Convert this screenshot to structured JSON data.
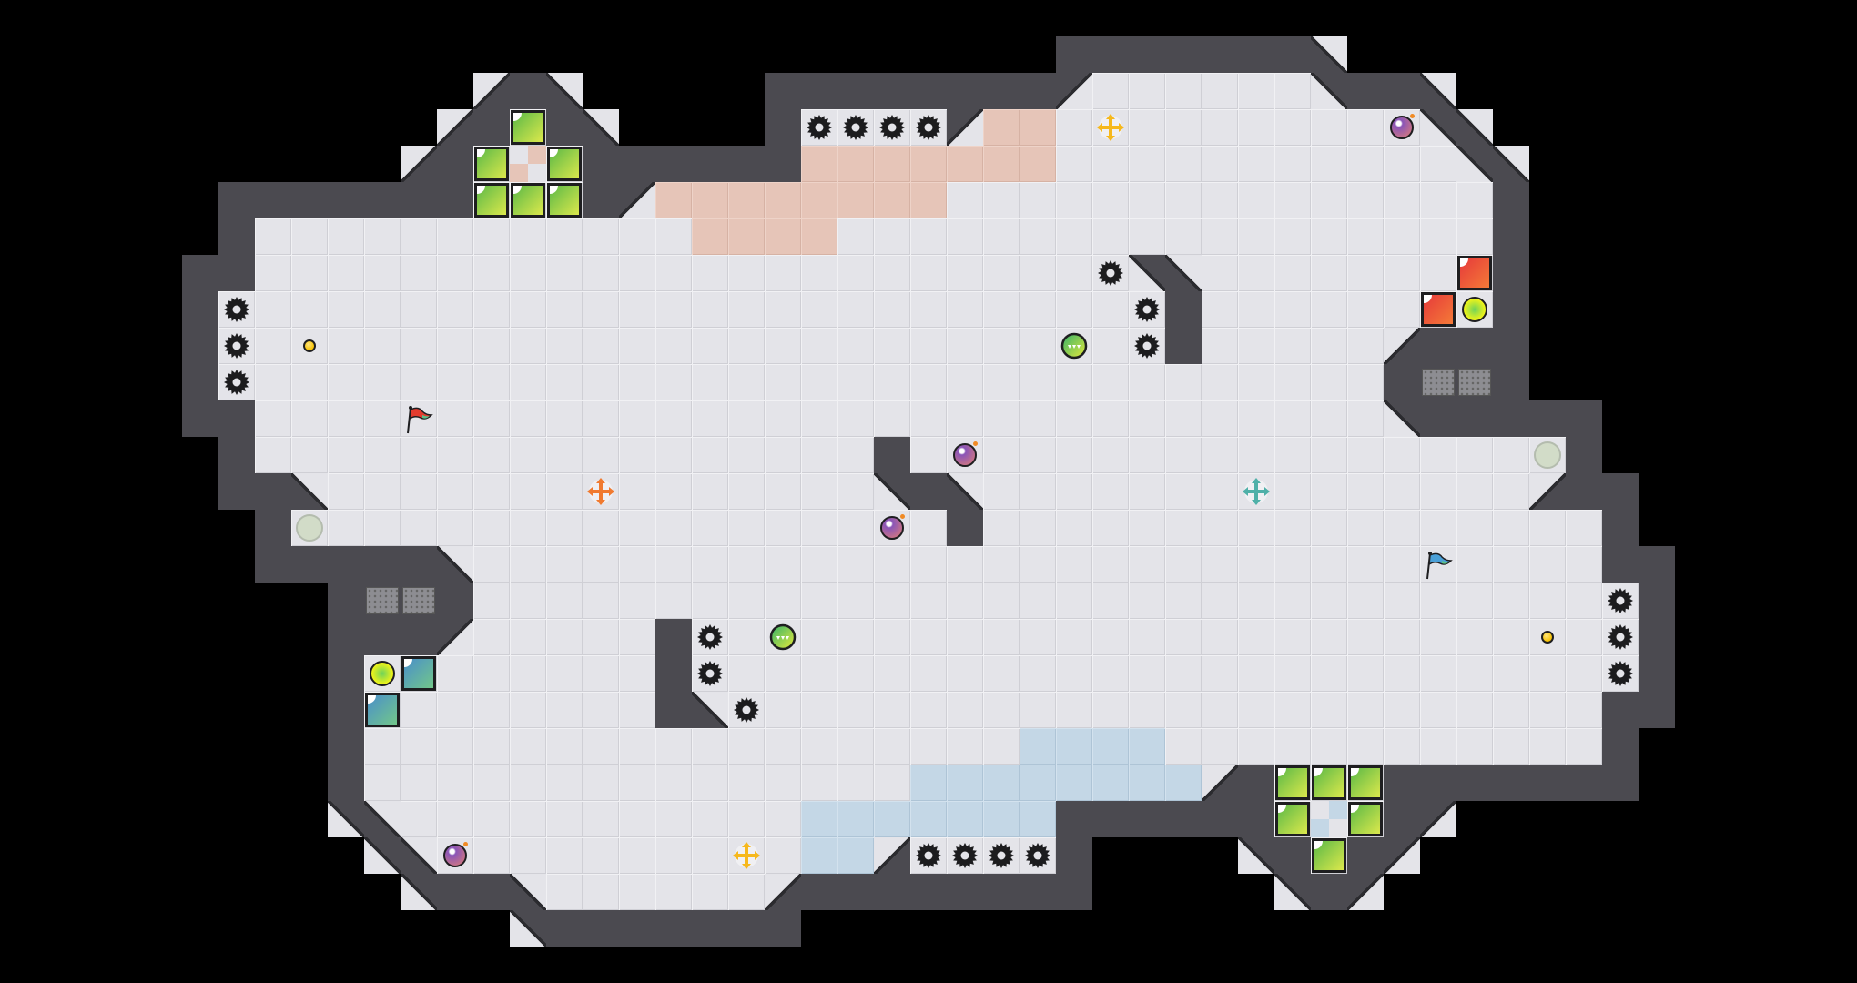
{
  "game": {
    "title": "",
    "palette": {
      "floor": "#e4e4e9",
      "wall": "#4b4a50",
      "wall_edge": "#2b2b2f",
      "peach": "#e6c5b8",
      "blue": "#c4d7e6",
      "green_block": [
        "#5cb947",
        "#dbe84c"
      ],
      "red_block": [
        "#e63a3a",
        "#f47a38"
      ],
      "teal_block": [
        "#4a8fca",
        "#72c78a"
      ],
      "orb": [
        "#6fd35a",
        "#e9f21c"
      ],
      "bomb": [
        "#8a55b8",
        "#e27f74"
      ],
      "coin": "#f6c000",
      "gem": [
        "#35b36a",
        "#e6e83a"
      ],
      "pale_circle": "#d2dcc8",
      "gear": "#1c1c1e",
      "flag_red": "#e23b2e",
      "flag_blue": "#4aa0d8",
      "cross_yellow": "#f6b81c",
      "cross_orange": "#f07a30",
      "cross_teal": "#4fb0a8"
    },
    "legend": {
      "#": "wall",
      ".": "floor",
      "p": "peach-floor",
      "b": "blue-floor",
      "g": "grate",
      "c": "checker-peach",
      "k": "checker-blue",
      "1": "wall-diagonal-top-left",
      "2": "wall-diagonal-top-right",
      "3": "wall-diagonal-bottom-right",
      "4": "wall-diagonal-bottom-left"
    },
    "level_rows": {
      "1": [
        [
          29,
          35,
          "#"
        ],
        [
          36,
          36,
          "4"
        ]
      ],
      "2": [
        [
          13,
          13,
          "3"
        ],
        [
          14,
          14,
          "#"
        ],
        [
          15,
          15,
          "4"
        ],
        [
          21,
          28,
          "#"
        ],
        [
          29,
          29,
          "1"
        ],
        [
          30,
          35,
          "."
        ],
        [
          36,
          36,
          "2"
        ],
        [
          37,
          38,
          "#"
        ],
        [
          39,
          39,
          "4"
        ]
      ],
      "3": [
        [
          12,
          12,
          "3"
        ],
        [
          13,
          13,
          "#"
        ],
        [
          14,
          14,
          "."
        ],
        [
          15,
          15,
          "#"
        ],
        [
          16,
          16,
          "4"
        ],
        [
          21,
          21,
          "#"
        ],
        [
          22,
          25,
          "."
        ],
        [
          26,
          26,
          "1"
        ],
        [
          27,
          28,
          "p"
        ],
        [
          29,
          38,
          "."
        ],
        [
          39,
          39,
          "2"
        ],
        [
          40,
          40,
          "4"
        ]
      ],
      "4": [
        [
          11,
          11,
          "3"
        ],
        [
          12,
          12,
          "#"
        ],
        [
          13,
          13,
          "."
        ],
        [
          14,
          14,
          "c"
        ],
        [
          15,
          15,
          "."
        ],
        [
          16,
          21,
          "#"
        ],
        [
          22,
          28,
          "p"
        ],
        [
          29,
          39,
          "."
        ],
        [
          40,
          40,
          "2"
        ],
        [
          41,
          41,
          "4"
        ]
      ],
      "5": [
        [
          6,
          12,
          "#"
        ],
        [
          13,
          15,
          "."
        ],
        [
          16,
          16,
          "#"
        ],
        [
          17,
          17,
          "1"
        ],
        [
          18,
          25,
          "p"
        ],
        [
          26,
          40,
          "."
        ],
        [
          41,
          41,
          "#"
        ]
      ],
      "6": [
        [
          6,
          6,
          "#"
        ],
        [
          7,
          18,
          "."
        ],
        [
          19,
          22,
          "p"
        ],
        [
          23,
          40,
          "."
        ],
        [
          41,
          41,
          "#"
        ]
      ],
      "7": [
        [
          5,
          6,
          "#"
        ],
        [
          7,
          30,
          "."
        ],
        [
          31,
          31,
          "2"
        ],
        [
          32,
          32,
          "4"
        ],
        [
          33,
          40,
          "."
        ],
        [
          41,
          41,
          "#"
        ]
      ],
      "8": [
        [
          5,
          5,
          "#"
        ],
        [
          6,
          31,
          "."
        ],
        [
          32,
          32,
          "#"
        ],
        [
          33,
          40,
          "."
        ],
        [
          41,
          41,
          "#"
        ]
      ],
      "9": [
        [
          5,
          5,
          "#"
        ],
        [
          6,
          31,
          "."
        ],
        [
          32,
          32,
          "#"
        ],
        [
          33,
          37,
          "."
        ],
        [
          38,
          38,
          "3"
        ],
        [
          39,
          41,
          "#"
        ]
      ],
      "10": [
        [
          5,
          5,
          "#"
        ],
        [
          6,
          37,
          "."
        ],
        [
          38,
          38,
          "#"
        ],
        [
          39,
          40,
          "g"
        ],
        [
          41,
          41,
          "#"
        ]
      ],
      "11": [
        [
          5,
          6,
          "#"
        ],
        [
          7,
          37,
          "."
        ],
        [
          38,
          38,
          "2"
        ],
        [
          39,
          43,
          "#"
        ]
      ],
      "12": [
        [
          6,
          6,
          "#"
        ],
        [
          7,
          23,
          "."
        ],
        [
          24,
          24,
          "#"
        ],
        [
          25,
          42,
          "."
        ],
        [
          43,
          43,
          "#"
        ]
      ],
      "13": [
        [
          6,
          7,
          "#"
        ],
        [
          8,
          8,
          "4"
        ],
        [
          9,
          23,
          "."
        ],
        [
          24,
          24,
          "2"
        ],
        [
          25,
          25,
          "#"
        ],
        [
          26,
          26,
          "4"
        ],
        [
          27,
          41,
          "."
        ],
        [
          42,
          42,
          "3"
        ],
        [
          43,
          44,
          "#"
        ]
      ],
      "14": [
        [
          7,
          7,
          "#"
        ],
        [
          8,
          25,
          "."
        ],
        [
          26,
          26,
          "#"
        ],
        [
          27,
          43,
          "."
        ],
        [
          44,
          44,
          "#"
        ]
      ],
      "15": [
        [
          7,
          11,
          "#"
        ],
        [
          12,
          12,
          "4"
        ],
        [
          13,
          43,
          "."
        ],
        [
          44,
          45,
          "#"
        ]
      ],
      "16": [
        [
          9,
          9,
          "#"
        ],
        [
          10,
          11,
          "g"
        ],
        [
          12,
          12,
          "#"
        ],
        [
          13,
          44,
          "."
        ],
        [
          45,
          45,
          "#"
        ]
      ],
      "17": [
        [
          9,
          11,
          "#"
        ],
        [
          12,
          12,
          "1"
        ],
        [
          13,
          17,
          "."
        ],
        [
          18,
          18,
          "#"
        ],
        [
          19,
          44,
          "."
        ],
        [
          45,
          45,
          "#"
        ]
      ],
      "18": [
        [
          9,
          9,
          "#"
        ],
        [
          10,
          17,
          "."
        ],
        [
          18,
          18,
          "#"
        ],
        [
          19,
          44,
          "."
        ],
        [
          45,
          45,
          "#"
        ]
      ],
      "19": [
        [
          9,
          9,
          "#"
        ],
        [
          10,
          17,
          "."
        ],
        [
          18,
          18,
          "#"
        ],
        [
          19,
          19,
          "4"
        ],
        [
          20,
          43,
          "."
        ],
        [
          44,
          45,
          "#"
        ]
      ],
      "20": [
        [
          9,
          9,
          "#"
        ],
        [
          10,
          27,
          "."
        ],
        [
          28,
          31,
          "b"
        ],
        [
          32,
          43,
          "."
        ],
        [
          44,
          44,
          "#"
        ]
      ],
      "21": [
        [
          9,
          9,
          "#"
        ],
        [
          10,
          24,
          "."
        ],
        [
          25,
          32,
          "b"
        ],
        [
          33,
          33,
          "3"
        ],
        [
          34,
          34,
          "#"
        ],
        [
          35,
          37,
          "."
        ],
        [
          38,
          44,
          "#"
        ]
      ],
      "22": [
        [
          9,
          9,
          "2"
        ],
        [
          10,
          10,
          "4"
        ],
        [
          11,
          21,
          "."
        ],
        [
          22,
          28,
          "b"
        ],
        [
          29,
          34,
          "#"
        ],
        [
          35,
          35,
          "."
        ],
        [
          36,
          36,
          "k"
        ],
        [
          37,
          37,
          "."
        ],
        [
          38,
          38,
          "#"
        ],
        [
          39,
          39,
          "1"
        ]
      ],
      "23": [
        [
          10,
          10,
          "2"
        ],
        [
          11,
          11,
          "4"
        ],
        [
          12,
          21,
          "."
        ],
        [
          22,
          23,
          "b"
        ],
        [
          24,
          24,
          "3"
        ],
        [
          25,
          28,
          "."
        ],
        [
          29,
          29,
          "#"
        ],
        [
          34,
          34,
          "2"
        ],
        [
          35,
          35,
          "#"
        ],
        [
          36,
          36,
          "."
        ],
        [
          37,
          37,
          "#"
        ],
        [
          38,
          38,
          "1"
        ]
      ],
      "24": [
        [
          11,
          11,
          "2"
        ],
        [
          12,
          13,
          "#"
        ],
        [
          14,
          14,
          "4"
        ],
        [
          15,
          20,
          "."
        ],
        [
          21,
          21,
          "3"
        ],
        [
          22,
          29,
          "#"
        ],
        [
          35,
          35,
          "2"
        ],
        [
          36,
          36,
          "#"
        ],
        [
          37,
          37,
          "1"
        ]
      ],
      "25": [
        [
          14,
          14,
          "2"
        ],
        [
          15,
          21,
          "#"
        ]
      ]
    },
    "pieces": [
      [
        "green-block",
        14,
        3
      ],
      [
        "green-block",
        13,
        4
      ],
      [
        "green-block",
        15,
        4
      ],
      [
        "green-block",
        13,
        5
      ],
      [
        "green-block",
        14,
        5
      ],
      [
        "green-block",
        15,
        5
      ],
      [
        "green-block",
        35,
        21
      ],
      [
        "green-block",
        36,
        21
      ],
      [
        "green-block",
        37,
        21
      ],
      [
        "green-block",
        35,
        22
      ],
      [
        "green-block",
        37,
        22
      ],
      [
        "green-block",
        36,
        23
      ],
      [
        "red-block",
        40,
        7
      ],
      [
        "red-block",
        39,
        8
      ],
      [
        "teal-block",
        11,
        18
      ],
      [
        "teal-block",
        10,
        19
      ],
      [
        "yellow-orb",
        40,
        8
      ],
      [
        "yellow-orb",
        10,
        18
      ],
      [
        "gear",
        6,
        8
      ],
      [
        "gear",
        6,
        9
      ],
      [
        "gear",
        6,
        10
      ],
      [
        "gear",
        22,
        3
      ],
      [
        "gear",
        23,
        3
      ],
      [
        "gear",
        24,
        3
      ],
      [
        "gear",
        25,
        3
      ],
      [
        "gear",
        30,
        7
      ],
      [
        "gear",
        31,
        8
      ],
      [
        "gear",
        31,
        9
      ],
      [
        "gear",
        19,
        17
      ],
      [
        "gear",
        19,
        18
      ],
      [
        "gear",
        20,
        19
      ],
      [
        "gear",
        25,
        23
      ],
      [
        "gear",
        26,
        23
      ],
      [
        "gear",
        27,
        23
      ],
      [
        "gear",
        28,
        23
      ],
      [
        "gear",
        44,
        16
      ],
      [
        "gear",
        44,
        17
      ],
      [
        "gear",
        44,
        18
      ],
      [
        "bomb",
        38,
        3
      ],
      [
        "bomb",
        26,
        12
      ],
      [
        "bomb",
        24,
        14
      ],
      [
        "bomb",
        12,
        23
      ],
      [
        "coin",
        8,
        9
      ],
      [
        "coin",
        42,
        17
      ],
      [
        "gem",
        29,
        9
      ],
      [
        "gem",
        21,
        17
      ],
      [
        "pale-circle",
        8,
        14
      ],
      [
        "pale-circle",
        42,
        12
      ],
      [
        "flag-red",
        11,
        11
      ],
      [
        "flag-blue",
        39,
        15
      ],
      [
        "cross-yellow",
        30,
        3
      ],
      [
        "cross-orange",
        16,
        13
      ],
      [
        "cross-teal",
        34,
        13
      ],
      [
        "cross-yellow",
        20,
        23
      ]
    ]
  }
}
